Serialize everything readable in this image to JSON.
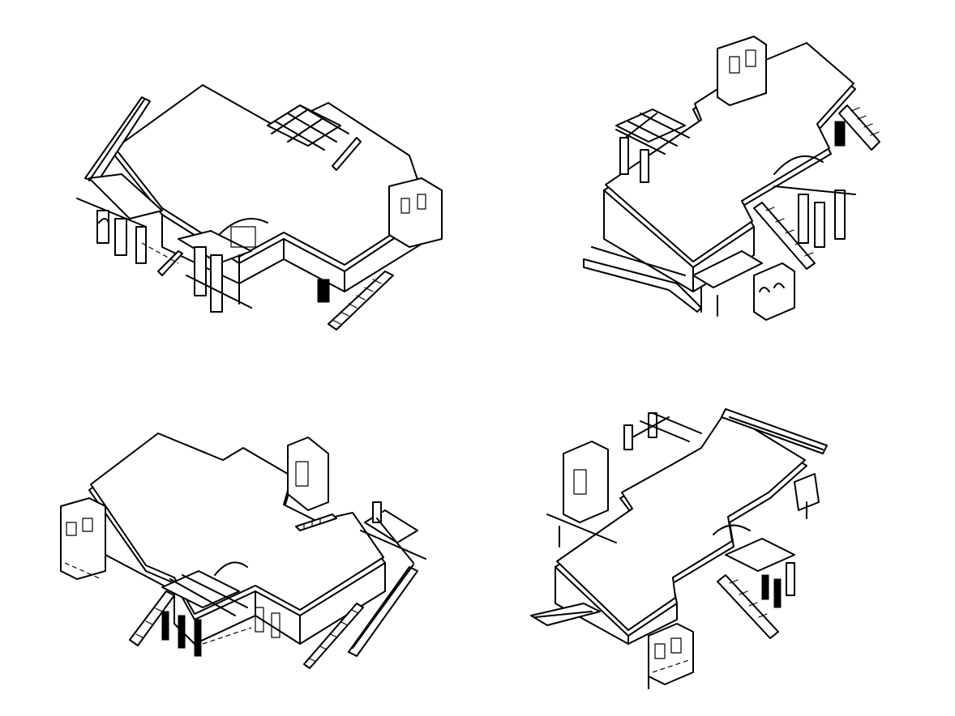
{
  "figure": {
    "background": "#ffffff",
    "line_color": "#000000",
    "views": [
      {
        "id": "view-ne",
        "name": "isometric-view-1"
      },
      {
        "id": "view-nw",
        "name": "isometric-view-2"
      },
      {
        "id": "view-se",
        "name": "isometric-view-3"
      },
      {
        "id": "view-sw",
        "name": "isometric-view-4"
      }
    ]
  }
}
